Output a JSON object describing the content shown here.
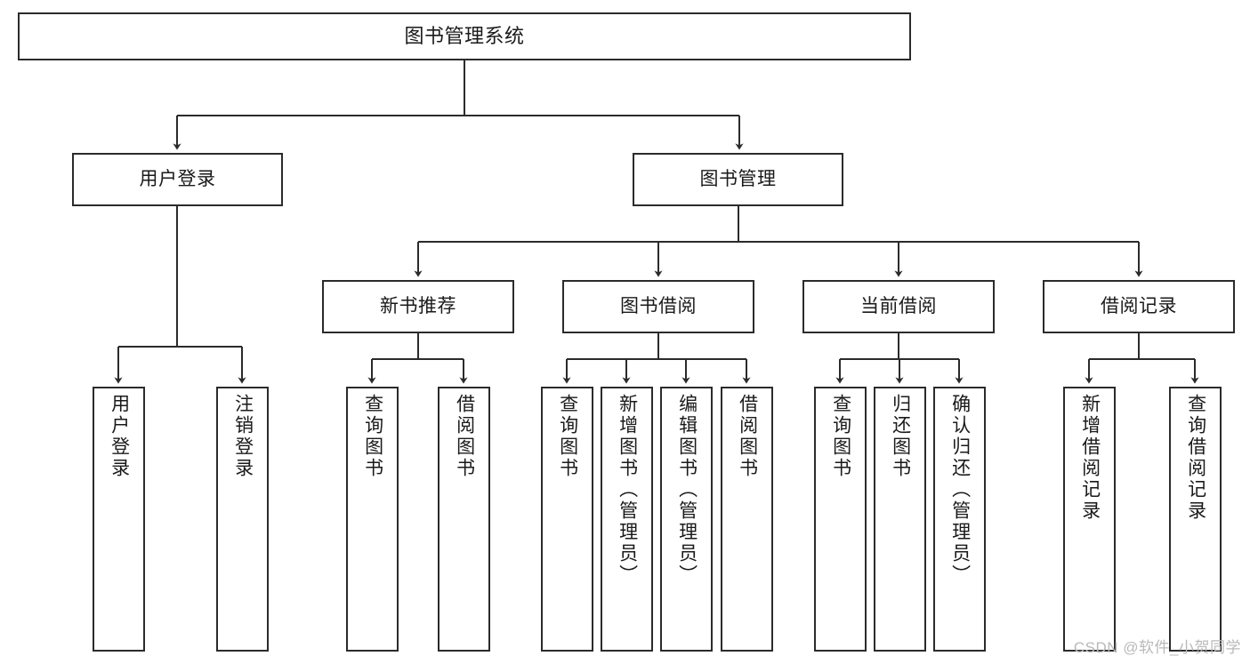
{
  "diagram": {
    "type": "tree-hierarchy",
    "title": "图书管理系统",
    "colors": {
      "box_border": "#2b2b2b",
      "box_fill": "#ffffff",
      "connector": "#2b2b2b",
      "text": "#1a1a1a",
      "watermark": "#b9b9b9",
      "background": "#ffffff"
    },
    "root": {
      "label": "图书管理系统"
    },
    "level2": [
      {
        "label": "用户登录"
      },
      {
        "label": "图书管理"
      }
    ],
    "level3": [
      {
        "label": "新书推荐"
      },
      {
        "label": "图书借阅"
      },
      {
        "label": "当前借阅"
      },
      {
        "label": "借阅记录"
      }
    ],
    "leaves": [
      {
        "label": "用户登录"
      },
      {
        "label": "注销登录"
      },
      {
        "label": "查询图书"
      },
      {
        "label": "借阅图书"
      },
      {
        "label": "查询图书"
      },
      {
        "label": "新增图书（管理员）"
      },
      {
        "label": "编辑图书（管理员）"
      },
      {
        "label": "借阅图书"
      },
      {
        "label": "查询图书"
      },
      {
        "label": "归还图书"
      },
      {
        "label": "确认归还（管理员）"
      },
      {
        "label": "新增借阅记录"
      },
      {
        "label": "查询借阅记录"
      }
    ],
    "watermark": "CSDN @软件_小贺同学"
  }
}
